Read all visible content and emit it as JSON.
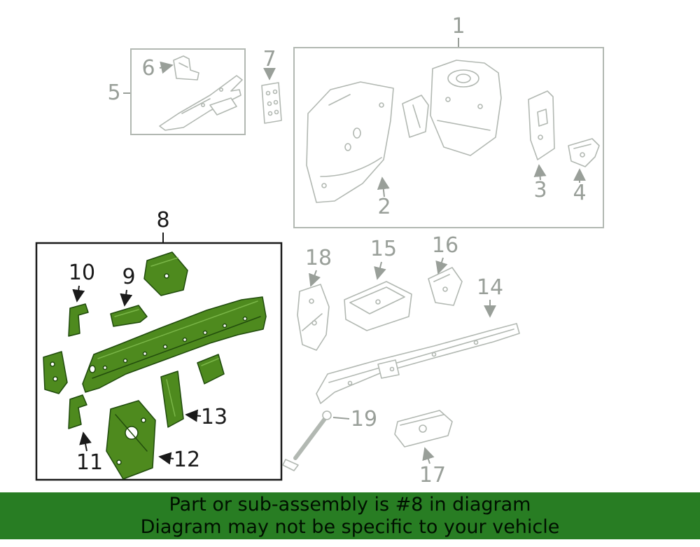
{
  "colors": {
    "highlight_green": "#4e8a1e",
    "highlight_outline": "#1f4a0c",
    "banner_green": "#287d23",
    "diagram_gray": "#b2b8b2",
    "callout_gray": "#999f99",
    "callout_black": "#1a1a1a"
  },
  "diagram": {
    "highlighted_part": "8",
    "callouts": {
      "1": "1",
      "2": "2",
      "3": "3",
      "4": "4",
      "5": "5",
      "6": "6",
      "7": "7",
      "8": "8",
      "9": "9",
      "10": "10",
      "11": "11",
      "12": "12",
      "13": "13",
      "14": "14",
      "15": "15",
      "16": "16",
      "17": "17",
      "18": "18",
      "19": "19"
    }
  },
  "banner": {
    "line1": "Part or sub-assembly is #8 in diagram",
    "line2": "Diagram may not be specific to your vehicle"
  }
}
